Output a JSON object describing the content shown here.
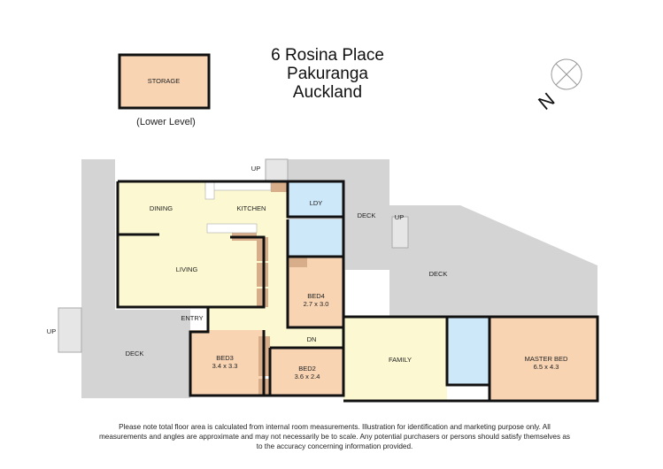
{
  "address": {
    "line1": "6 Rosina Place",
    "line2": "Pakuranga",
    "line3": "Auckland"
  },
  "storage": {
    "label": "STORAGE",
    "caption": "(Lower Level)"
  },
  "compass": {
    "icon": "north-arrow-icon",
    "label": "N"
  },
  "rooms": {
    "dining": "DINING",
    "kitchen": "KITCHEN",
    "living": "LIVING",
    "ldy": "LDY",
    "bed4": {
      "name": "BED4",
      "size": "2.7 x 3.0"
    },
    "bed3": {
      "name": "BED3",
      "size": "3.4 x 3.3"
    },
    "bed2": {
      "name": "BED2",
      "size": "3.6 x 2.4"
    },
    "family": "FAMILY",
    "master": {
      "name": "MASTER BED",
      "size": "6.5 x 4.3"
    },
    "entry": "ENTRY",
    "dn": "DN",
    "deck": "DECK",
    "up": "UP"
  },
  "colors": {
    "living": "#fcf9d2",
    "bedroom": "#f8d4b3",
    "wet": "#cde8f8",
    "deck": "#d4d4d4",
    "closet": "#d8ad8a",
    "wall": "#111111"
  },
  "disclaimer": "Please note total floor area is calculated from internal room measurements.  Illustration for identification and marketing purpose only.  All measurements and angles are approximate and may not necessarily be to scale.  Any potential purchasers or persons should satisfy themselves as to the accuracy concerning information provided."
}
